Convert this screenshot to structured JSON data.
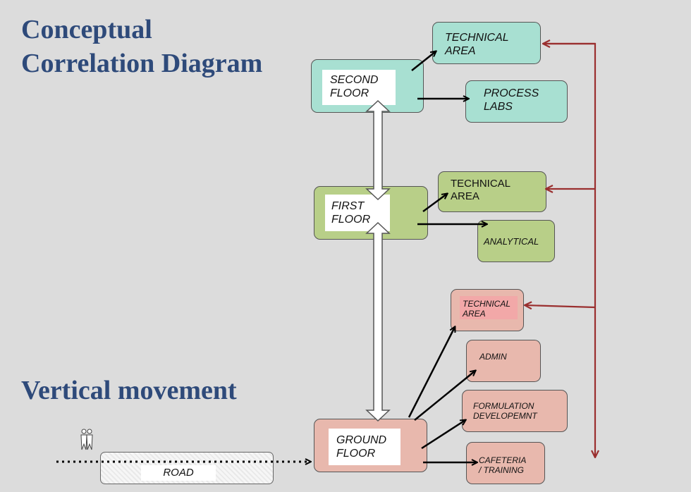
{
  "titles": {
    "line1": "Conceptual",
    "line2": "Correlation Diagram",
    "line3": "Vertical movement"
  },
  "floors": {
    "second": "SECOND\nFLOOR",
    "first": "FIRST\nFLOOR",
    "ground": "GROUND\nFLOOR"
  },
  "second_floor_spaces": {
    "technical": "TECHNICAL\nAREA",
    "process": "PROCESS\nLABS"
  },
  "first_floor_spaces": {
    "technical": "TECHNICAL\nAREA",
    "analytical": "ANALYTICAL"
  },
  "ground_floor_spaces": {
    "technical": "TECHNICAL\nAREA",
    "admin": "ADMIN",
    "formulation": "FORMULATION\nDEVELOPEMNT",
    "cafeteria": "CAFETERIA\n/ TRAINING"
  },
  "road": "ROAD",
  "colors": {
    "title": "#2e4a7a",
    "second_floor": "#a8e0d2",
    "first_floor": "#b8cf88",
    "ground_floor": "#e8b8ad",
    "service_line": "#9a2f2f"
  },
  "icons": [
    "people-icon"
  ]
}
